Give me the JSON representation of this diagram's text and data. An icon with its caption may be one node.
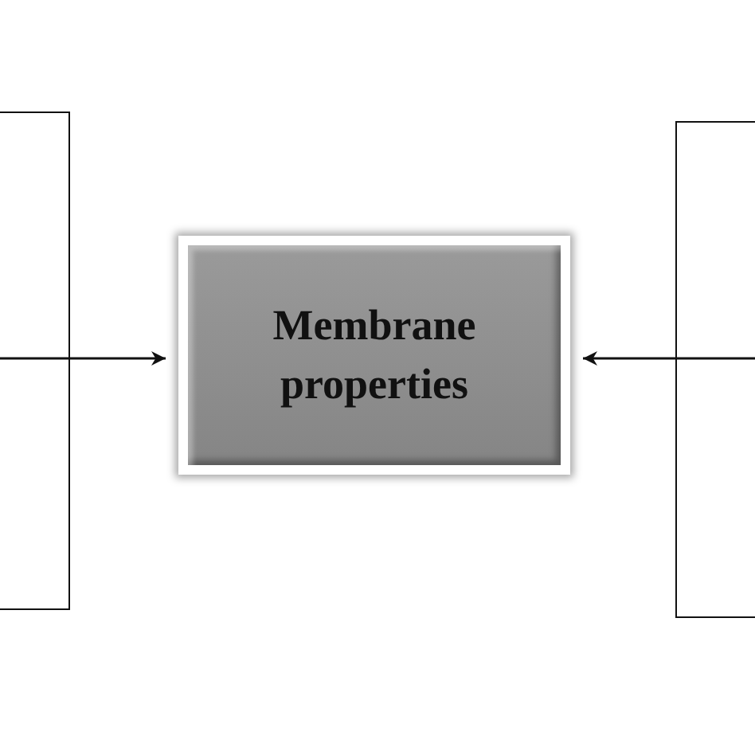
{
  "diagram": {
    "nodes": [
      {
        "text": [
          "Membrane properties"
        ]
      },
      {
        "text": [],
        "shape": "box"
      },
      {
        "text": [],
        "shape": "box"
      }
    ],
    "edges": [
      {
        "from": 1,
        "to": 0,
        "arrow": "to"
      },
      {
        "from": 2,
        "to": 0,
        "arrow": "to"
      }
    ]
  }
}
